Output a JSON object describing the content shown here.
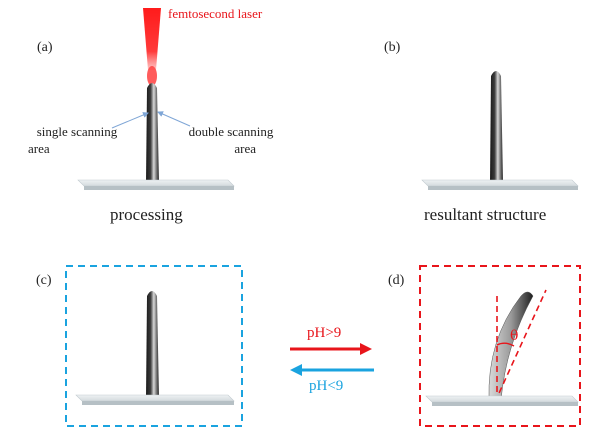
{
  "laser_label": "femtosecond laser",
  "panels": {
    "a": {
      "label": "(a)",
      "caption": "processing"
    },
    "b": {
      "label": "(b)",
      "caption": "resultant structure"
    },
    "c": {
      "label": "(c)"
    },
    "d": {
      "label": "(d)",
      "angle_symbol": "θ"
    }
  },
  "annotations": {
    "single_scanning_line1": "single scanning",
    "single_scanning_line2": "area",
    "double_scanning_line1": "double scanning",
    "double_scanning_line2": "area"
  },
  "switch": {
    "forward_label": "pH>9",
    "backward_label": "pH<9",
    "forward_color": "#e8151b",
    "backward_color": "#1aa3df"
  },
  "frame_colors": {
    "c": "#1aa3df",
    "d": "#e8151b"
  }
}
